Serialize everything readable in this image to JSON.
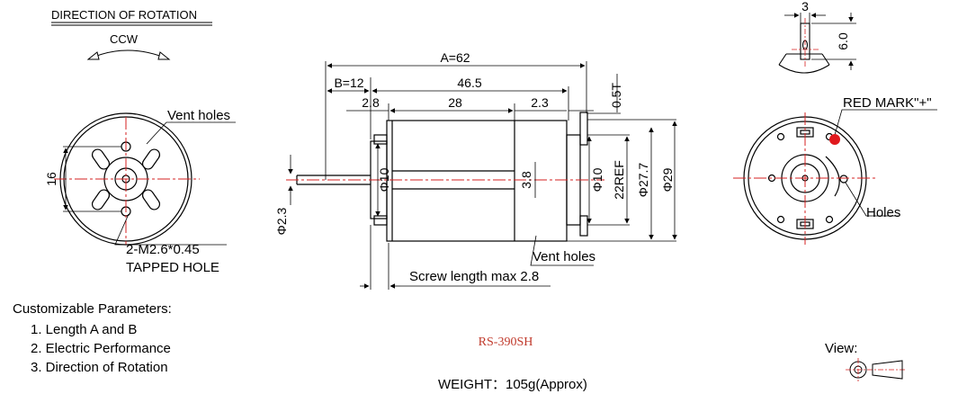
{
  "rotation": {
    "title": "DIRECTION OF ROTATION",
    "direction": "CCW"
  },
  "front_view": {
    "vent_label": "Vent holes",
    "height_dim": "16",
    "tap_line1": "2-M2.6*0.45",
    "tap_line2": "TAPPED HOLE"
  },
  "side_view": {
    "length_a": "A=62",
    "length_b": "B=12",
    "body_len": "46.5",
    "d_2_8": "2.8",
    "d_28": "28",
    "d_2_3": "2.3",
    "d_0_5t": "0.5T",
    "shaft_dia": "Φ2.3",
    "boss_dia_left": "Φ10",
    "d_3_8": "3.8",
    "boss_dia_right": "Φ10",
    "d_22ref": "22REF",
    "d_27_7": "Φ27.7",
    "d_29": "Φ29",
    "vent_label": "Vent holes",
    "screw_note": "Screw length max 2.8"
  },
  "terminal_view": {
    "width_dim": "3",
    "height_dim": "6.0"
  },
  "rear_view": {
    "red_mark": "RED MARK\"+\"",
    "holes_label": "Holes"
  },
  "params": {
    "heading": "Customizable Parameters:",
    "items": [
      "1. Length A and B",
      "2. Electric Performance",
      "3. Direction of Rotation"
    ]
  },
  "model": "RS-390SH",
  "weight": "WEIGHT：105g(Approx)",
  "view_label": "View:",
  "colors": {
    "line": "#000000",
    "centerline": "#d62020",
    "model_text": "#c0392b",
    "red_mark": "#e0191e"
  }
}
